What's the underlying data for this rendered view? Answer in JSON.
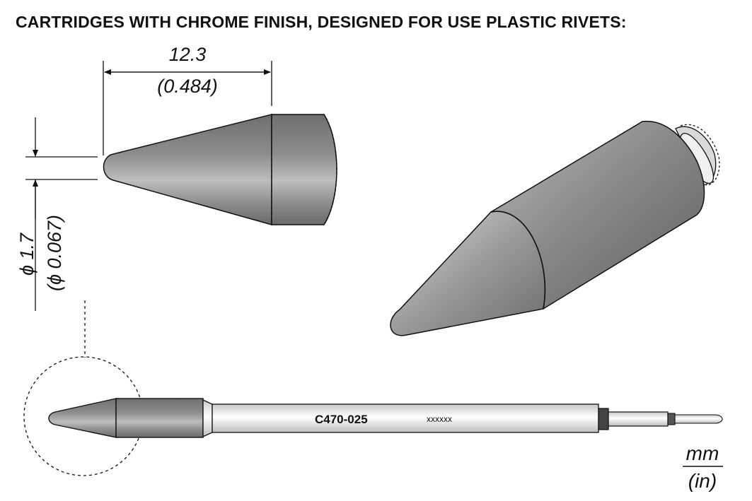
{
  "header": {
    "title": "CARTRIDGES WITH CHROME FINISH, DESIGNED FOR USE PLASTIC RIVETS:"
  },
  "dimensions": {
    "length_mm": "12.3",
    "length_in": "(0.484)",
    "diameter_mm": "ϕ 1.7",
    "diameter_in": "(ϕ 0.067)"
  },
  "cartridge": {
    "part_number": "C470-025",
    "serial_code": "xxxxxx"
  },
  "units": {
    "primary": "mm",
    "secondary": "(in)"
  },
  "colors": {
    "outline": "#111111",
    "metal_dark": "#6e6e6e",
    "metal_mid": "#9a9a9a",
    "metal_light": "#d4d4d4"
  }
}
